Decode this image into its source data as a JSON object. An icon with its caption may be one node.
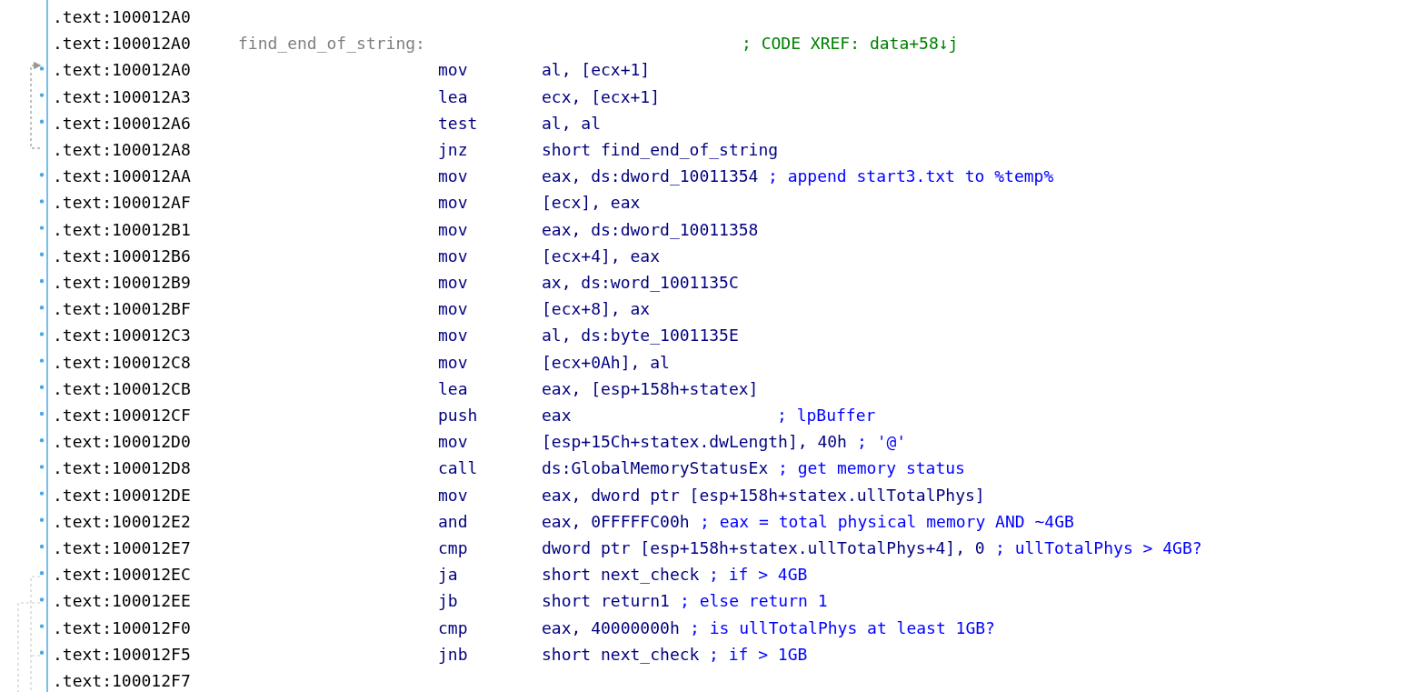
{
  "diagram": {
    "labels": [
      ".text:100012A0",
      ".text:100012A0",
      "find_end_of_string:",
      "; CODE XREF: data+58↓j",
      ".text:100012A0",
      "mov",
      "al, [ecx+1]",
      ".text:100012A3",
      "lea",
      "ecx, [ecx+1]",
      ".text:100012A6",
      "test",
      "al, al",
      ".text:100012A8",
      "jnz",
      "short find_end_of_string",
      ".text:100012AA",
      "mov",
      "eax, ds:dword_10011354",
      "; append start3.txt to %temp%",
      ".text:100012AF",
      "mov",
      "[ecx], eax",
      ".text:100012B1",
      "mov",
      "eax, ds:dword_10011358",
      ".text:100012B6",
      "mov",
      "[ecx+4], eax",
      ".text:100012B9",
      "mov",
      "ax, ds:word_1001135C",
      ".text:100012BF",
      "mov",
      "[ecx+8], ax",
      ".text:100012C3",
      "mov",
      "al, ds:byte_1001135E",
      ".text:100012C8",
      "mov",
      "[ecx+0Ah], al",
      ".text:100012CB",
      "lea",
      "eax, [esp+158h+statex]",
      ".text:100012CF",
      "push",
      "eax",
      "; lpBuffer",
      ".text:100012D0",
      "mov",
      "[esp+15Ch+statex.dwLength], 40h",
      "; '@'",
      ".text:100012D8",
      "call",
      "ds:GlobalMemoryStatusEx",
      "; get memory status",
      ".text:100012DE",
      "mov",
      "eax, dword ptr [esp+158h+statex.ullTotalPhys]",
      ".text:100012E2",
      "and",
      "eax, 0FFFFFC00h",
      "; eax = total physical memory AND ~4GB",
      ".text:100012E7",
      "cmp",
      "dword ptr [esp+158h+statex.ullTotalPhys+4], 0",
      "; ullTotalPhys > 4GB?",
      ".text:100012EC",
      "ja",
      "short next_check",
      "; if > 4GB",
      ".text:100012EE",
      "jb",
      "short return1",
      "; else return 1",
      ".text:100012F0",
      "cmp",
      "eax, 40000000h",
      "; is ullTotalPhys at least 1GB?",
      ".text:100012F5",
      "jnb",
      "short next_check",
      "; if > 1GB",
      ".text:100012F7"
    ]
  }
}
